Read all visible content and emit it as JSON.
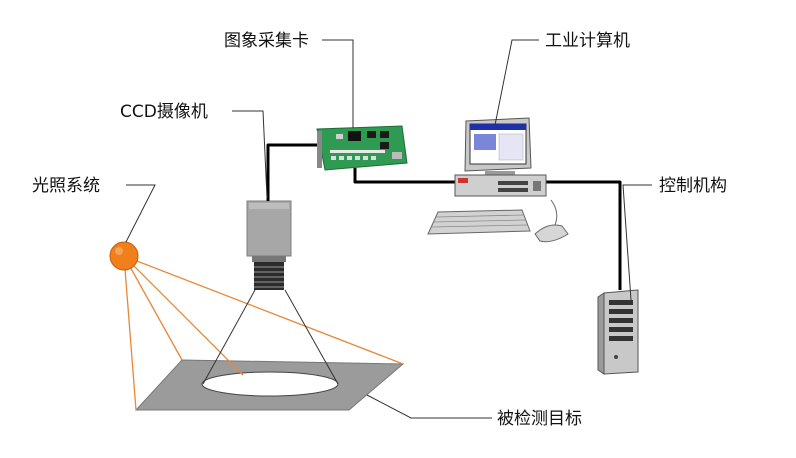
{
  "title": "Machine vision inspection system",
  "labels": {
    "capture_card": "图象采集卡",
    "computer": "工业计算机",
    "ccd_camera": "CCD摄像机",
    "lighting": "光照系统",
    "controller": "控制机构",
    "target": "被检测目标"
  },
  "colors": {
    "lamp": "#f07f1c",
    "light_rays": "#e8873a",
    "board": "#2f9a52",
    "plate": "#9b9b9b",
    "camera": "#a7a7a7",
    "cable": "#000000"
  }
}
